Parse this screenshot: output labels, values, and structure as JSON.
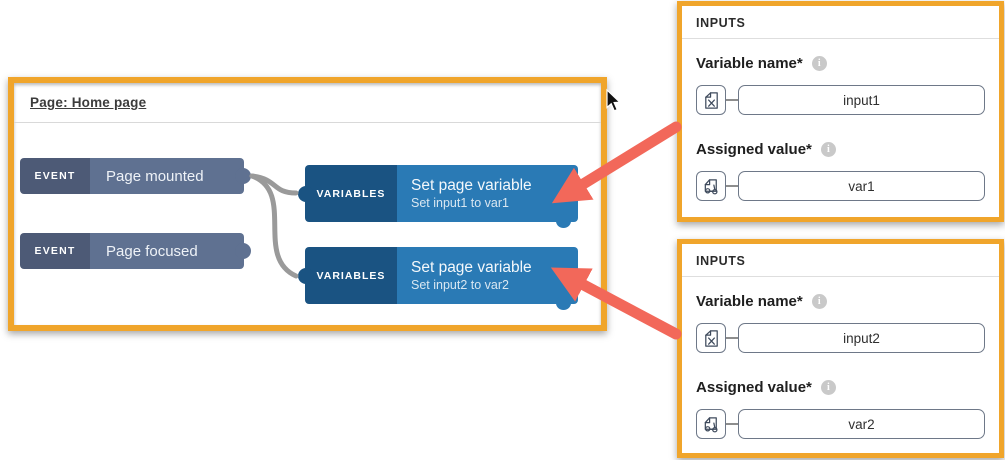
{
  "canvas": {
    "title": "Page: Home page",
    "nodes": [
      {
        "badge": "EVENT",
        "title": "Page mounted"
      },
      {
        "badge": "EVENT",
        "title": "Page focused"
      },
      {
        "badge": "VARIABLES",
        "title": "Set page variable",
        "subtitle": "Set input1 to var1"
      },
      {
        "badge": "VARIABLES",
        "title": "Set page variable",
        "subtitle": "Set input2 to var2"
      }
    ]
  },
  "panels": [
    {
      "header": "INPUTS",
      "fields": [
        {
          "label": "Variable name*",
          "value": "input1"
        },
        {
          "label": "Assigned value*",
          "value": "var1"
        }
      ]
    },
    {
      "header": "INPUTS",
      "fields": [
        {
          "label": "Variable name*",
          "value": "input2"
        },
        {
          "label": "Assigned value*",
          "value": "var2"
        }
      ]
    }
  ],
  "icons": {
    "info_glyph": "i"
  },
  "colors": {
    "accent_border": "#F0A52B",
    "event_badge": "#4D5A76",
    "event_body": "#5F7191",
    "variables_badge": "#1A5382",
    "variables_body": "#2A7AB5",
    "arrow": "#F2685A",
    "connector": "#9A9A9A"
  }
}
